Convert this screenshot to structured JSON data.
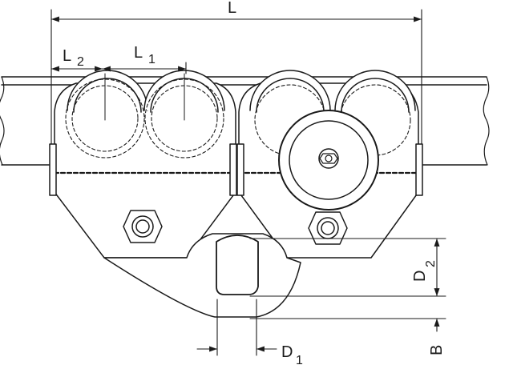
{
  "diagram": {
    "labels": {
      "overall_length": "L",
      "length_2_main": "L",
      "length_2_sub": "2",
      "length_1_main": "L",
      "length_1_sub": "1",
      "diameter_2_main": "D",
      "diameter_2_sub": "2",
      "diameter_1_main": "D",
      "diameter_1_sub": "1",
      "flange_width": "B"
    },
    "colors": {
      "line": "#1a1a1a",
      "fill": "#ffffff",
      "hidden": "#333333"
    }
  }
}
